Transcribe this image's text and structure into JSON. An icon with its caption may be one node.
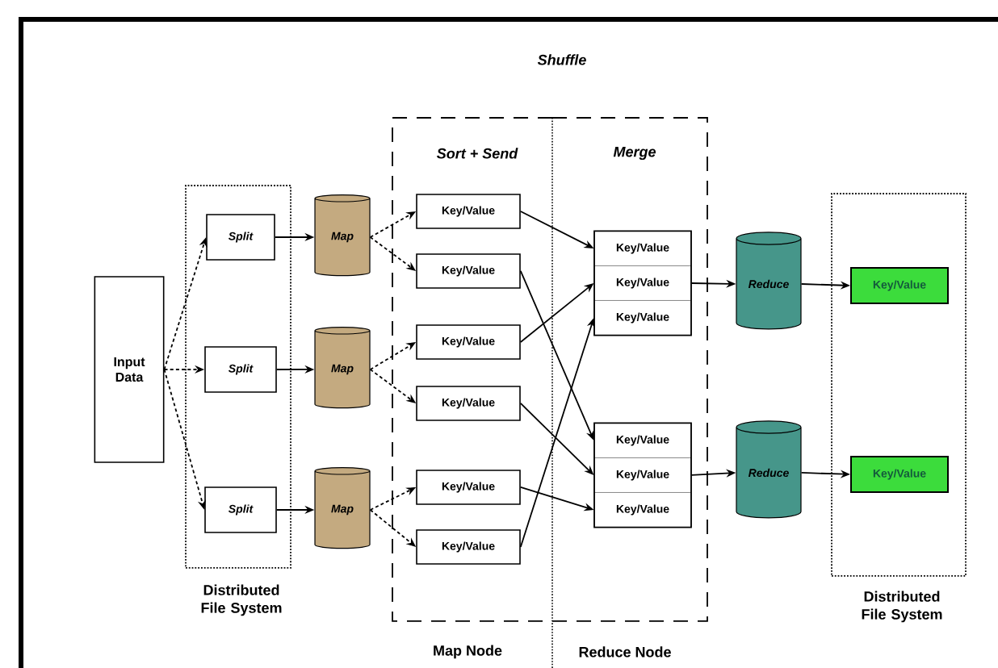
{
  "diagram": {
    "title": "Shuffle",
    "nodes": [
      {
        "text": [
          "Input Data"
        ]
      },
      {
        "text": [
          "Distributed File System"
        ]
      },
      {
        "text": [
          "Split"
        ],
        "in": 1
      },
      {
        "text": [
          "Split"
        ],
        "in": 1
      },
      {
        "text": [
          "Split"
        ],
        "in": 1
      },
      {
        "text": [
          "Map"
        ]
      },
      {
        "text": [
          "Map"
        ]
      },
      {
        "text": [
          "Map"
        ]
      },
      {
        "text": [
          "Sort + Send",
          "Map Node"
        ]
      },
      {
        "text": [
          "Merge",
          "Reduce Node"
        ]
      },
      {
        "text": [
          "Key/Value"
        ],
        "in": 8
      },
      {
        "text": [
          "Key/Value"
        ],
        "in": 8
      },
      {
        "text": [
          "Key/Value"
        ],
        "in": 8
      },
      {
        "text": [
          "Key/Value"
        ],
        "in": 8
      },
      {
        "text": [
          "Key/Value"
        ],
        "in": 8
      },
      {
        "text": [
          "Key/Value"
        ],
        "in": 8
      },
      {
        "text": [
          "Key/Value"
        ],
        "in": 9
      },
      {
        "text": [
          "Key/Value"
        ],
        "in": 9
      },
      {
        "text": [
          "Key/Value"
        ],
        "in": 9
      },
      {
        "text": [
          "Key/Value"
        ],
        "in": 9
      },
      {
        "text": [
          "Key/Value"
        ],
        "in": 9
      },
      {
        "text": [
          "Key/Value"
        ],
        "in": 9
      },
      {
        "text": [
          "Reduce"
        ]
      },
      {
        "text": [
          "Reduce"
        ]
      },
      {
        "text": [
          "Distributed File System"
        ]
      },
      {
        "text": [
          "Key/Value"
        ],
        "in": 24
      },
      {
        "text": [
          "Key/Value"
        ],
        "in": 24
      }
    ],
    "edges": [
      {
        "from": 0,
        "to": 2,
        "arrow": "to",
        "style": "dashed"
      },
      {
        "from": 0,
        "to": 3,
        "arrow": "to",
        "style": "dashed"
      },
      {
        "from": 0,
        "to": 4,
        "arrow": "to",
        "style": "dashed"
      },
      {
        "from": 2,
        "to": 5,
        "arrow": "to"
      },
      {
        "from": 3,
        "to": 6,
        "arrow": "to"
      },
      {
        "from": 4,
        "to": 7,
        "arrow": "to"
      },
      {
        "from": 5,
        "to": 10,
        "arrow": "to",
        "style": "dashed"
      },
      {
        "from": 5,
        "to": 11,
        "arrow": "to",
        "style": "dashed"
      },
      {
        "from": 6,
        "to": 12,
        "arrow": "to",
        "style": "dashed"
      },
      {
        "from": 6,
        "to": 13,
        "arrow": "to",
        "style": "dashed"
      },
      {
        "from": 7,
        "to": 14,
        "arrow": "to",
        "style": "dashed"
      },
      {
        "from": 7,
        "to": 15,
        "arrow": "to",
        "style": "dashed"
      },
      {
        "from": 10,
        "to": 16,
        "arrow": "to"
      },
      {
        "from": 11,
        "to": 19,
        "arrow": "to"
      },
      {
        "from": 12,
        "to": 17,
        "arrow": "to"
      },
      {
        "from": 13,
        "to": 20,
        "arrow": "to"
      },
      {
        "from": 14,
        "to": 21,
        "arrow": "to"
      },
      {
        "from": 15,
        "to": 18,
        "arrow": "to"
      },
      {
        "from": 17,
        "to": 22,
        "arrow": "to"
      },
      {
        "from": 20,
        "to": 23,
        "arrow": "to"
      },
      {
        "from": 22,
        "to": 25,
        "arrow": "to"
      },
      {
        "from": 23,
        "to": 26,
        "arrow": "to"
      }
    ]
  }
}
